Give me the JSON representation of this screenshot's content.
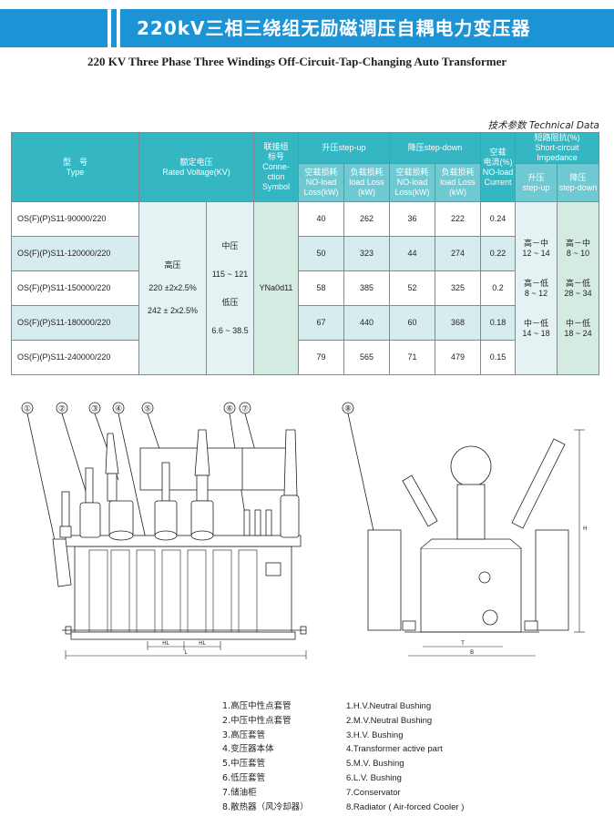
{
  "header": {
    "title_cn": "220kV三相三绕组无励磁调压自耦电力变压器",
    "title_en": "220 KV Three Phase Three  Windings Off-Circuit-Tap-Changing Auto Transformer",
    "technical_data": "技术参数  Technical Data",
    "accent_color": "#1b93d4"
  },
  "table": {
    "headers": {
      "type_cn": "型　号",
      "type_en": "Type",
      "rated_voltage_cn": "额定电压",
      "rated_voltage_en": "Rated Voltage(KV)",
      "connection_cn1": "联接组",
      "connection_cn2": "标号",
      "connection_en1": "Conne-",
      "connection_en2": "ction",
      "connection_en3": "Symbol",
      "step_up": "升压step-up",
      "step_down": "降压step-down",
      "noload_cn": "空载损耗",
      "noload_en1": "NO-load",
      "noload_en2": "Loss(kW)",
      "load_cn": "负载损耗",
      "load_en1": "load Loss",
      "load_en2": "(kW)",
      "current_cn1": "空载",
      "current_cn2": "电流(%)",
      "current_en1": "NO-load",
      "current_en2": "Current",
      "impedance_cn": "短路阻抗(%)",
      "impedance_en1": "Short-circuit",
      "impedance_en2": "Impedance",
      "imp_up_cn": "升压",
      "imp_up_en": "step-up",
      "imp_down_cn": "降压",
      "imp_down_en": "step-down"
    },
    "rows": [
      {
        "type": "OS(F)(P)S11-90000/220",
        "su_noload": "40",
        "su_load": "262",
        "sd_noload": "36",
        "sd_load": "222",
        "current": "0.24"
      },
      {
        "type": "OS(F)(P)S11-120000/220",
        "su_noload": "50",
        "su_load": "323",
        "sd_noload": "44",
        "sd_load": "274",
        "current": "0.22"
      },
      {
        "type": "OS(F)(P)S11-150000/220",
        "su_noload": "58",
        "su_load": "385",
        "sd_noload": "52",
        "sd_load": "325",
        "current": "0.2"
      },
      {
        "type": "OS(F)(P)S11-180000/220",
        "su_noload": "67",
        "su_load": "440",
        "sd_noload": "60",
        "sd_load": "368",
        "current": "0.18"
      },
      {
        "type": "OS(F)(P)S11-240000/220",
        "su_noload": "79",
        "su_load": "565",
        "sd_noload": "71",
        "sd_load": "479",
        "current": "0.15"
      }
    ],
    "hv_label": "高压",
    "hv_up": "220 ±2x2.5%",
    "hv_down": "242 ± 2x2.5%",
    "mv_label": "中压",
    "mv_range": "115 ~ 121",
    "lv_label": "低压",
    "lv_range": "6.6 ~ 38.5",
    "connection": "YNa0d11",
    "imp_up": {
      "hm_label": "高－中",
      "hm": "12 ~ 14",
      "hl_label": "高－低",
      "hl": "8 ~ 12",
      "ml_label": "中－低",
      "ml": "14 ~ 18"
    },
    "imp_down": {
      "hm_label": "高－中",
      "hm": "8 ~ 10",
      "hl_label": "高－低",
      "hl": "28 ~ 34",
      "ml_label": "中－低",
      "ml": "18 ~ 24"
    }
  },
  "drawing": {
    "callouts": [
      "①",
      "②",
      "③",
      "④",
      "⑤",
      "⑥",
      "⑦",
      "⑧"
    ],
    "dim_hl": "HL",
    "dim_l": "L",
    "dim_t": "T",
    "dim_b": "B",
    "dim_h": "H"
  },
  "legend": {
    "cn": [
      "1.高压中性点套管",
      "2.中压中性点套管",
      "3.高压套管",
      "4.变压器本体",
      "5.中压套管",
      "6.低压套管",
      "7.储油柜",
      "8.散热器（风冷却器）"
    ],
    "en": [
      "1.H.V.Neutral Bushing",
      "2.M.V.Neutral Bushing",
      "3.H.V. Bushing",
      "4.Transformer active part",
      "5.M.V. Bushing",
      "6.L.V. Bushing",
      "7.Conservator",
      "8.Radiator ( Air-forced Cooler )"
    ]
  }
}
